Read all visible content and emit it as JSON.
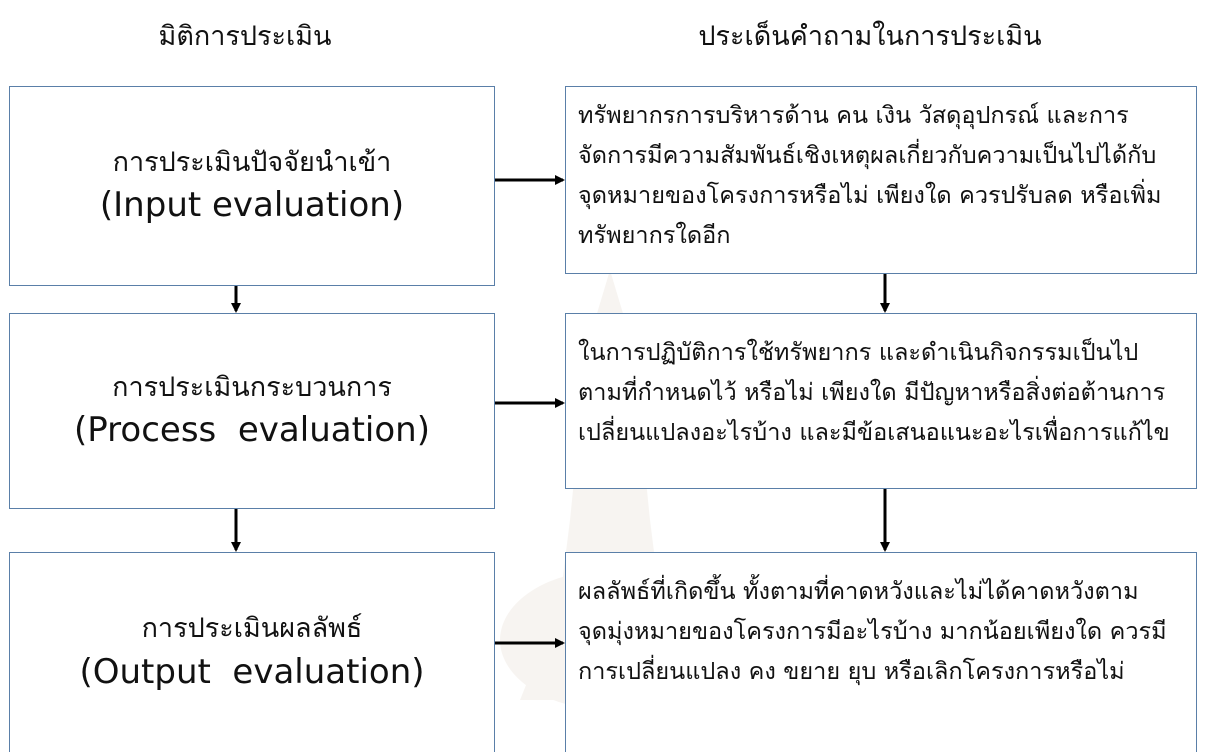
{
  "headings": {
    "left": "มิติการประเมิน",
    "right": "ประเด็นคำถามในการประเมิน"
  },
  "dimensions": [
    {
      "thai": "การประเมินปัจจัยนำเข้า",
      "english": "(Input evaluation)"
    },
    {
      "thai": "การประเมินกระบวนการ",
      "english": "(Process  evaluation)"
    },
    {
      "thai": "การประเมินผลลัพธ์",
      "english": "(Output  evaluation)"
    }
  ],
  "questions": [
    {
      "lines": [
        "ทรัพยากรการบริหารด้าน คน เงิน วัสดุอุปกรณ์ และการ",
        "จัดการมีความสัมพันธ์เชิงเหตุผลเกี่ยวกับความเป็นไปได้กับ",
        "จุดหมายของโครงการหรือไม่ เพียงใด ควรปรับลด หรือเพิ่ม",
        "ทรัพยากรใดอีก"
      ]
    },
    {
      "lines": [
        "ในการปฏิบัติการใช้ทรัพยากร และดำเนินกิจกรรมเป็นไป",
        "ตามที่กำหนดไว้ หรือไม่ เพียงใด มีปัญหาหรือสิ่งต่อต้านการ",
        "เปลี่ยนแปลงอะไรบ้าง และมีข้อเสนอแนะอะไรเพื่อการแก้ไข"
      ]
    },
    {
      "lines": [
        "ผลลัพธ์ที่เกิดขึ้น ทั้งตามที่คาดหวังและไม่ได้คาดหวังตาม",
        "จุดมุ่งหมายของโครงการมีอะไรบ้าง มากน้อยเพียงใด ควรมี",
        "การเปลี่ยนแปลง คง ขยาย ยุบ หรือเลิกโครงการหรือไม่"
      ]
    }
  ],
  "colors": {
    "box_border": "#5a7fa8",
    "arrow": "#000000"
  }
}
